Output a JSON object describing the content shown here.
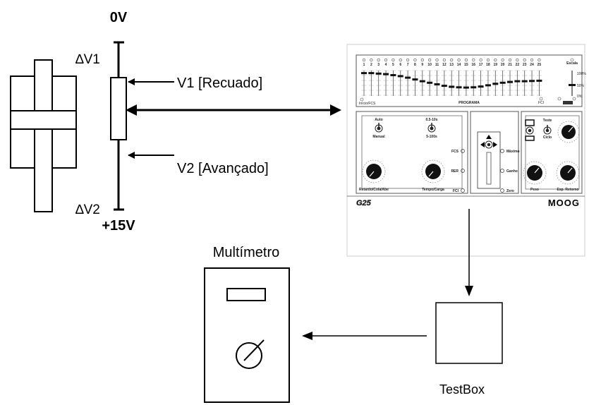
{
  "labels": {
    "top_voltage": "0V",
    "bottom_voltage": "+15V",
    "delta_v1": "∆V1",
    "delta_v2": "∆V2",
    "v1": "V1 [Recuado]",
    "v2": "V2 [Avançado]",
    "multimeter": "Multímetro",
    "testbox": "TestBox"
  },
  "controller": {
    "model": "G25",
    "brand": "MOOG",
    "program_label": "PROGRAMA",
    "escala_label": "Escala",
    "inicio_label": "Início/FCS",
    "fci_label": "FCI",
    "channel_numbers": [
      "1",
      "2",
      "3",
      "4",
      "5",
      "6",
      "7",
      "8",
      "9",
      "10",
      "11",
      "12",
      "13",
      "14",
      "15",
      "16",
      "17",
      "18",
      "19",
      "20",
      "21",
      "22",
      "23",
      "24",
      "25"
    ],
    "slider_levels": [
      0.9,
      0.9,
      0.88,
      0.86,
      0.82,
      0.78,
      0.72,
      0.65,
      0.58,
      0.52,
      0.46,
      0.4,
      0.36,
      0.34,
      0.33,
      0.34,
      0.37,
      0.42,
      0.48,
      0.52,
      0.55,
      0.58,
      0.58,
      0.59,
      0.6
    ],
    "scale_marks": [
      "100%",
      "50%",
      "0%"
    ],
    "left_panel": {
      "auto": "Auto",
      "manual": "Manual",
      "range_a": "0.5-10s",
      "range_b": "5-100s",
      "knob_a": "Retardo/Cola/Abe",
      "knob_b": "Tempo/Carga"
    },
    "center_panel": {
      "fcs": "FCS",
      "rer": "RER",
      "fci": "FCI",
      "maximo": "Máximo",
      "ganho": "Ganho",
      "zero": "Zero"
    },
    "right_panel": {
      "teste": "Teste",
      "ciclo": "Ciclo",
      "knob_a": "Peso",
      "knob_b": "Esp. Retorno"
    }
  }
}
